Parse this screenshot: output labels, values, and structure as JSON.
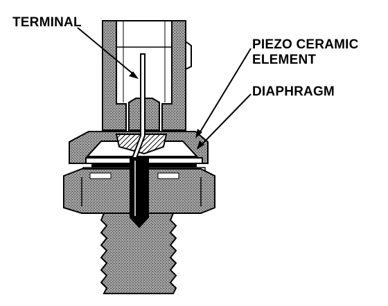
{
  "labels": {
    "terminal": "TERMINAL",
    "piezo_line1": "PIEZO CERAMIC",
    "piezo_line2": "ELEMENT",
    "diaphragm": "DIAPHRAGM"
  },
  "colors": {
    "ink": "#000000",
    "body_shade": "#8c8c8c",
    "paper": "#ffffff"
  }
}
